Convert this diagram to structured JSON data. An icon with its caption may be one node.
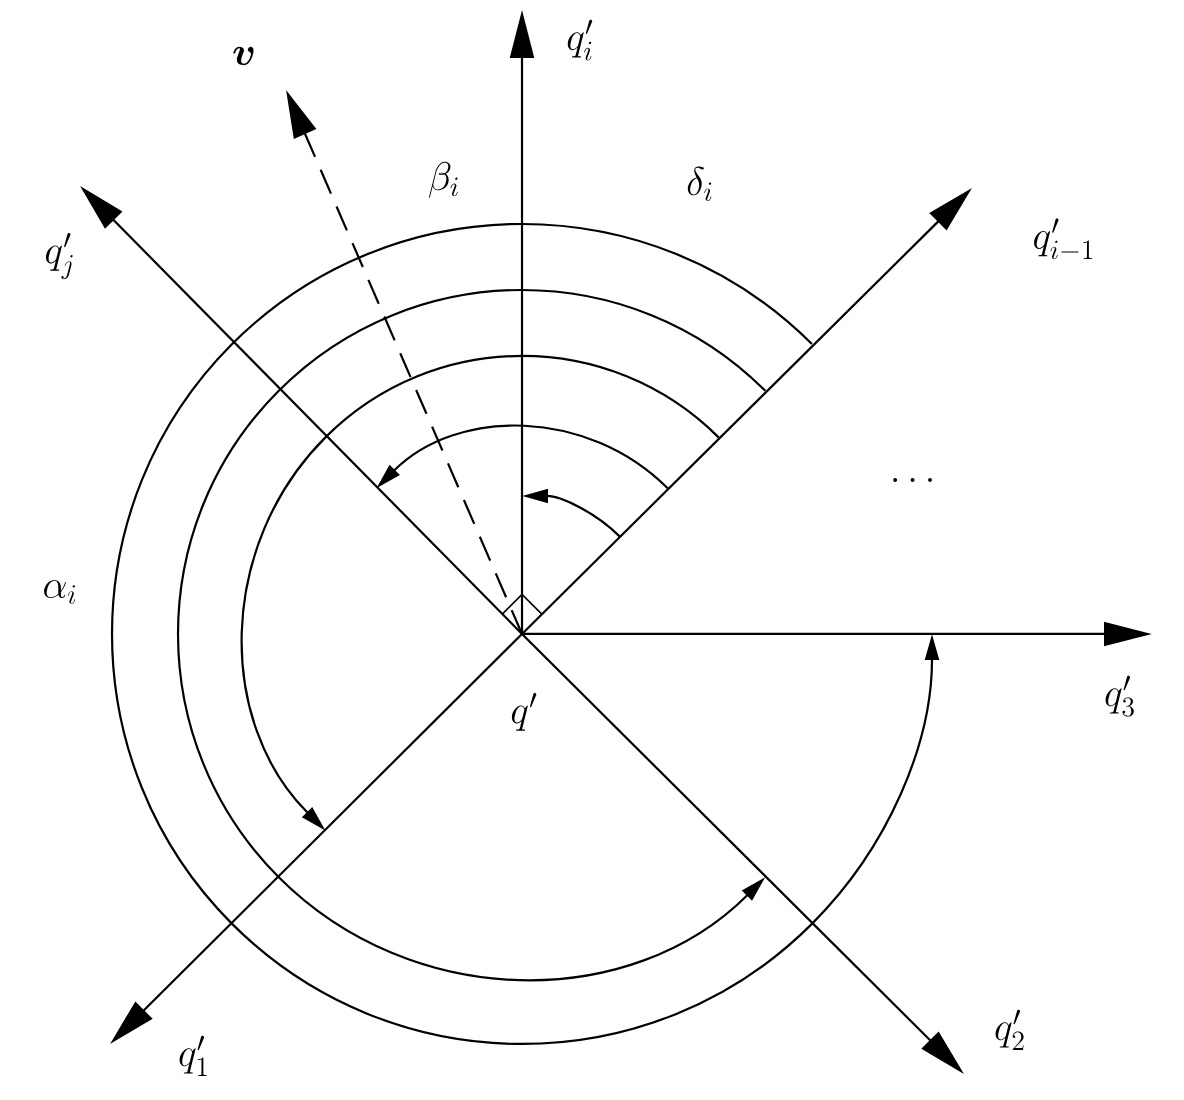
{
  "diagram": {
    "nodes": [
      {
        "text": [
          "q'"
        ]
      },
      {
        "text": [
          "q'_{i}"
        ]
      },
      {
        "text": [
          "q'_{i-1}"
        ]
      },
      {
        "text": [
          "q'_{3}"
        ]
      },
      {
        "text": [
          "q'_{2}"
        ]
      },
      {
        "text": [
          "q'_{1}"
        ]
      },
      {
        "text": [
          "q'_{j}"
        ]
      },
      {
        "text": [
          "\\boldsymbol{v}"
        ]
      }
    ],
    "edges": [
      {
        "from": 0,
        "to": 1,
        "arrow": "to"
      },
      {
        "from": 0,
        "to": 2,
        "arrow": "to"
      },
      {
        "from": 0,
        "to": 3,
        "arrow": "to"
      },
      {
        "from": 0,
        "to": 4,
        "arrow": "to"
      },
      {
        "from": 0,
        "to": 5,
        "arrow": "to"
      },
      {
        "from": 0,
        "to": 6,
        "arrow": "to"
      },
      {
        "from": 0,
        "to": 7,
        "arrow": "to",
        "style": "dashed"
      }
    ],
    "labels": [
      "\\beta_{i}",
      "\\delta_{i}",
      "\\alpha_{i}",
      "\\dots"
    ]
  }
}
